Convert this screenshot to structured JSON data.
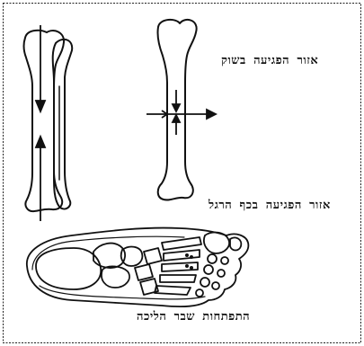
{
  "labels": {
    "shin_area": "אזור הפגיעה בשוק",
    "foot_area": "אזור הפגיעה בכף הרגל",
    "march_fracture": "התפתחות שבר הליכה"
  },
  "colors": {
    "ink": "#111111",
    "background": "#ffffff"
  }
}
